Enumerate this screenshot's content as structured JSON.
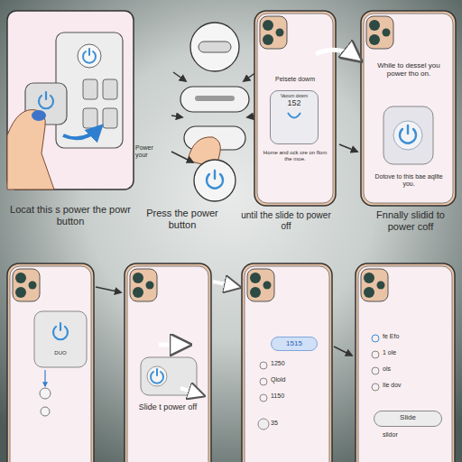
{
  "diagram": {
    "nodes": [
      {
        "text": [
          "Vaoum dowm",
          "152"
        ]
      },
      {
        "text": [
          "1515"
        ]
      },
      {
        "text": [
          "Slide"
        ]
      }
    ],
    "labels": [
      "Power your",
      "Pelsete dowm",
      "Home and ock ore on flom the moe.",
      "While to dessel you power tho on.",
      "Dotove to this bae aqllte you.",
      "Locat this s power the powr button",
      "Press the power button",
      "until the slide to power off",
      "Fnnally slidid to power coff",
      "DUO",
      "Slide t power off",
      "1250",
      "Qlold",
      "1150",
      "35",
      "fe Efo",
      "1 ole",
      "ols",
      "Ile dov",
      "slidor"
    ]
  }
}
